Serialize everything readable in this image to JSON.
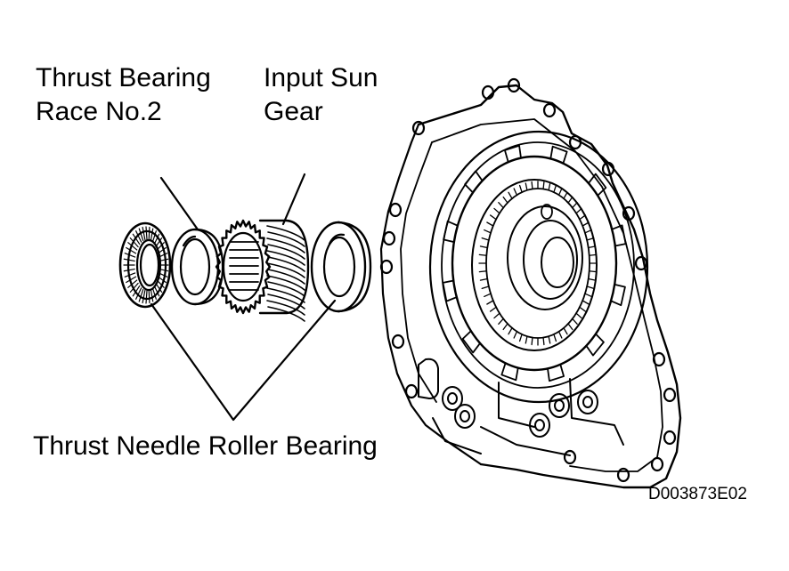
{
  "labels": {
    "thrust_bearing_race": {
      "line1": "Thrust Bearing",
      "line2": "Race No.2"
    },
    "input_sun_gear": {
      "line1": "Input Sun",
      "line2": "Gear"
    },
    "thrust_needle_roller_bearing": "Thrust Needle Roller Bearing"
  },
  "figure_code": "D003873E02"
}
